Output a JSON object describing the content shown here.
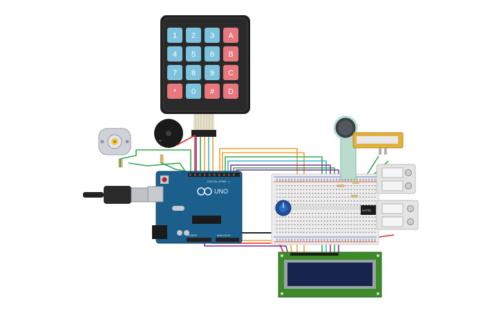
{
  "keypad": {
    "keys": [
      "1",
      "2",
      "3",
      "A",
      "4",
      "5",
      "6",
      "B",
      "7",
      "8",
      "9",
      "C",
      "*",
      "0",
      "#",
      "D"
    ],
    "colors": {
      "digit": "#7ec3de",
      "letter": "#e9787e",
      "body": "#222222"
    }
  },
  "arduino": {
    "brand": "UNO",
    "digital_label": "DIGITAL (PWM ~)",
    "power_label": "POWER",
    "analog_label": "ANALOG IN",
    "board_color": "#1c5f8c"
  },
  "amplifier": {
    "label": "uA741"
  },
  "colors": {
    "wire_green": "#2fa84f",
    "wire_orange": "#f0a028",
    "wire_purple": "#7a2b9a",
    "wire_red": "#d92a2a",
    "wire_cyan": "#36b0c8",
    "wire_black": "#222222",
    "lcd_pcb": "#3d8a2a",
    "lcd_screen": "#17244d"
  },
  "icons": [
    "motor-icon",
    "buzzer-icon",
    "usb-cable-icon",
    "potentiometer-icon",
    "force-sensor-icon",
    "relay-icon"
  ]
}
